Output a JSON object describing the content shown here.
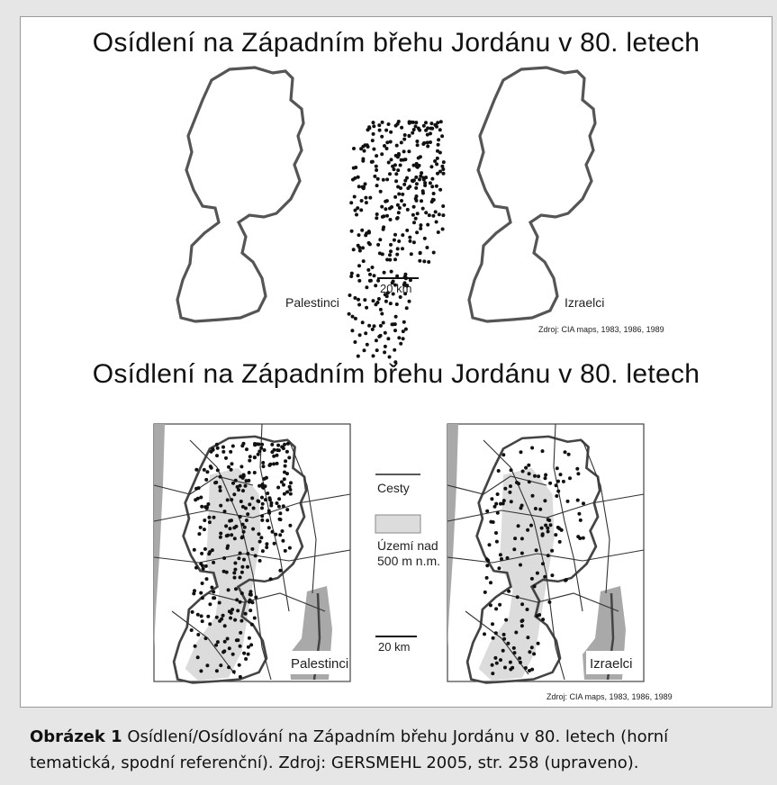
{
  "figure": {
    "top_title": "Osídlení na Západním břehu Jordánu v 80. letech",
    "bottom_title": "Osídlení na Západním břehu Jordánu v 80. letech",
    "top_maps": {
      "left_label": "Palestinci",
      "right_label": "Izraelci",
      "scale_label": "20 km",
      "source": "Zdroj: CIA maps, 1983, 1986, 1989"
    },
    "bottom_maps": {
      "left_label": "Palestinci",
      "right_label": "Izraelci",
      "legend_roads": "Cesty",
      "legend_area_line1": "Území nad",
      "legend_area_line2": "500 m n.m.",
      "scale_label": "20 km",
      "source": "Zdroj: CIA maps, 1983, 1986, 1989"
    }
  },
  "caption": {
    "label": "Obrázek 1",
    "text": " Osídlení/Osídlování na Západním břehu Jordánu v 80. letech (horní tematická, spodní referenční). Zdroj: GERSMEHL 2005, str. 258 (upraveno)."
  },
  "colors": {
    "background": "#e6e6e6",
    "frame": "#ffffff",
    "outline": "#555555",
    "dots": "#111111",
    "highland": "#d9d9d9",
    "sea": "#a9a9a9"
  }
}
